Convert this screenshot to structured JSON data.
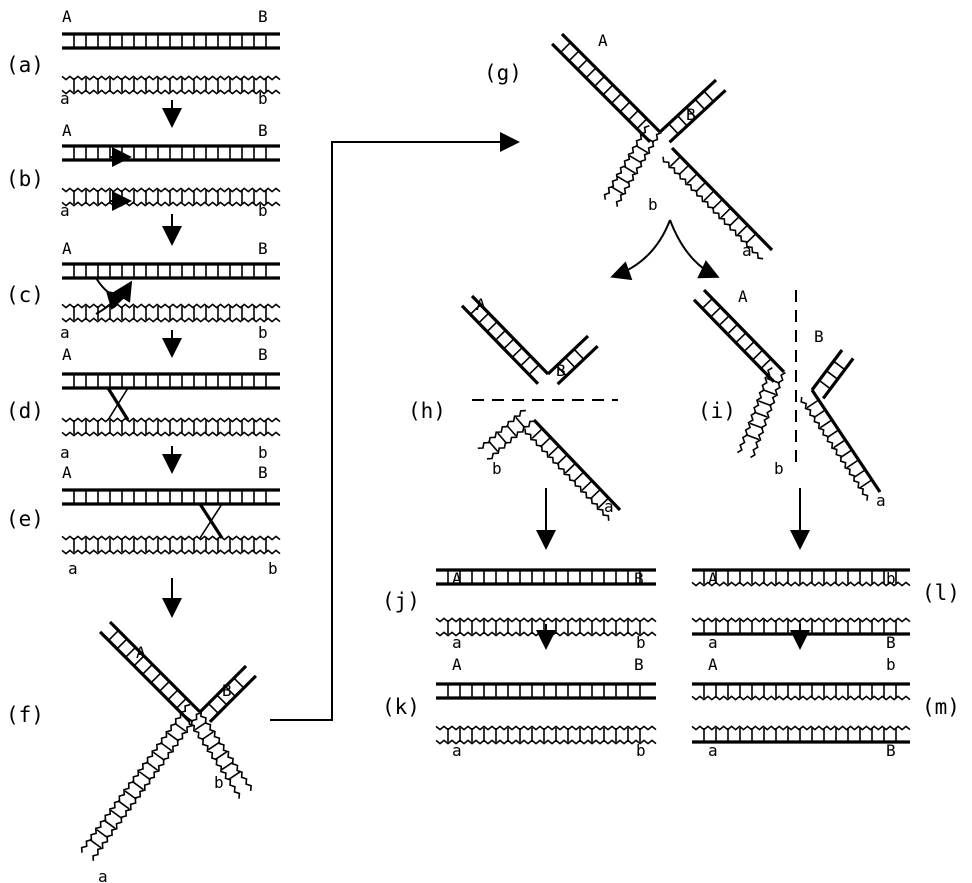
{
  "panels": {
    "a": "(a)",
    "b": "(b)",
    "c": "(c)",
    "d": "(d)",
    "e": "(e)",
    "f": "(f)",
    "g": "(g)",
    "h": "(h)",
    "i": "(i)",
    "j": "(j)",
    "k": "(k)",
    "l": "(l)",
    "m": "(m)"
  },
  "strand_labels": {
    "A": "A",
    "B": "B",
    "a": "a",
    "b": "b"
  },
  "colors": {
    "ink": "#000000",
    "background": "#ffffff"
  }
}
